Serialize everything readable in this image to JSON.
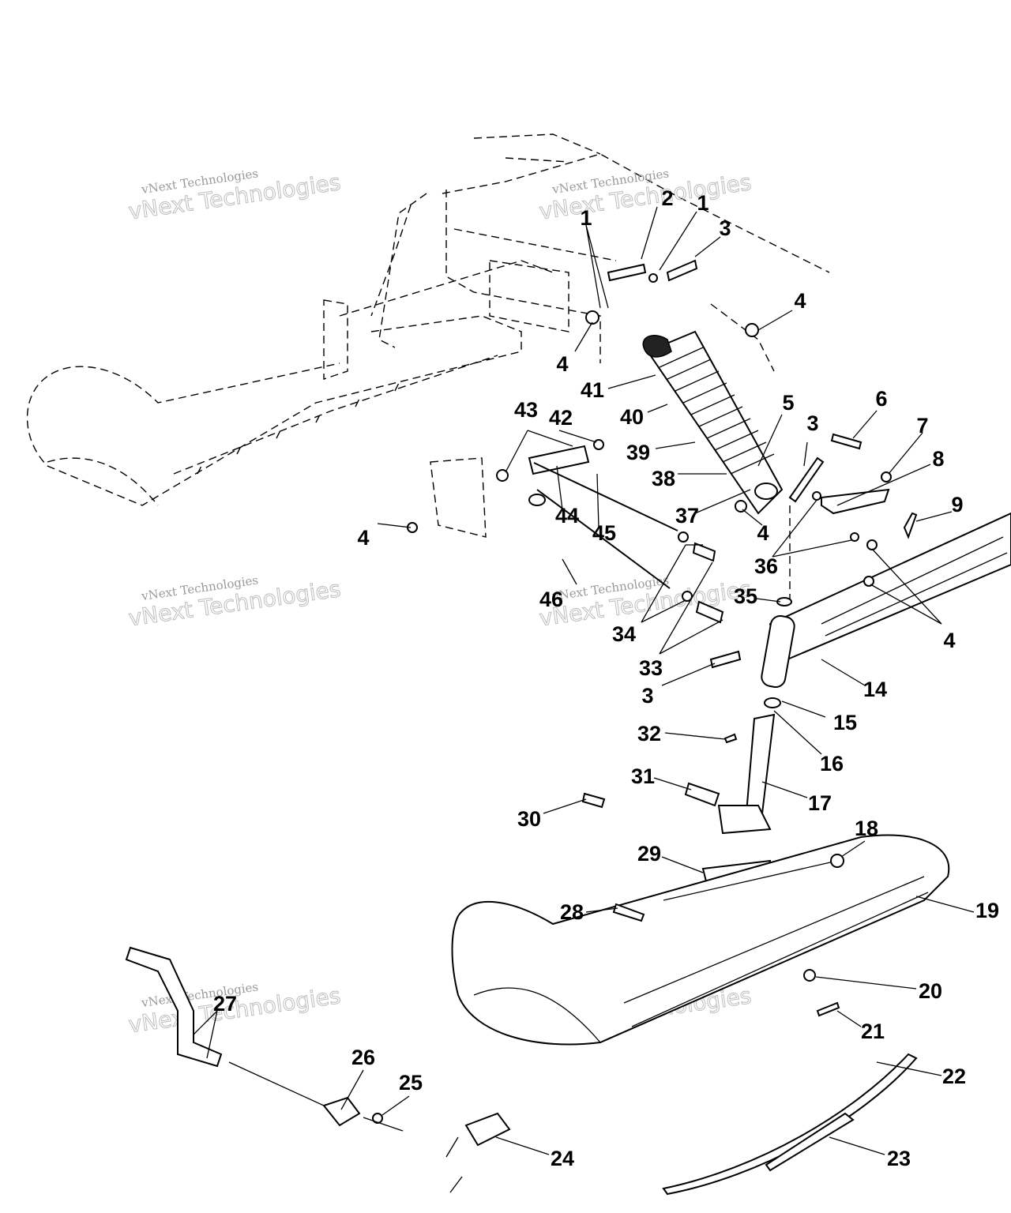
{
  "watermark": {
    "line1": "vNext Technologies",
    "line2": "vNext Technologies"
  },
  "callouts": [
    "1",
    "2",
    "1",
    "3",
    "4",
    "4",
    "41",
    "40",
    "39",
    "38",
    "5",
    "37",
    "43",
    "42",
    "44",
    "45",
    "4",
    "6",
    "3",
    "7",
    "8",
    "9",
    "4",
    "36",
    "4",
    "35",
    "46",
    "34",
    "33",
    "3",
    "14",
    "15",
    "16",
    "32",
    "31",
    "17",
    "30",
    "18",
    "29",
    "19",
    "28",
    "20",
    "21",
    "27",
    "26",
    "25",
    "22",
    "24",
    "23"
  ]
}
